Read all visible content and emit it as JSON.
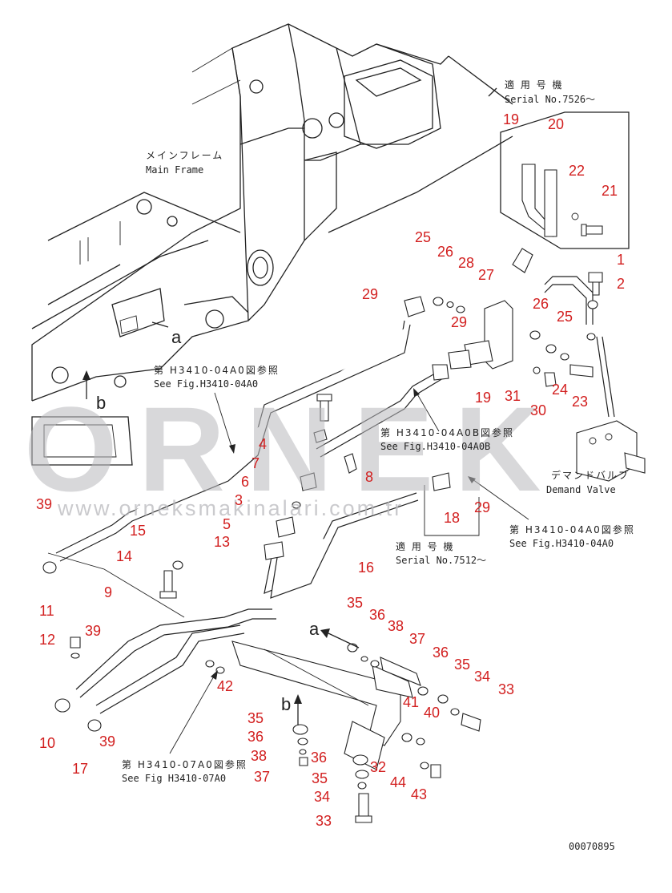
{
  "frame_label": {
    "ja": "メインフレーム",
    "en": "Main Frame"
  },
  "serial_top": {
    "ja": "適 用 号 機",
    "en": "Serial No.7526～"
  },
  "serial_mid": {
    "ja": "適 用 号 機",
    "en": "Serial No.7512～"
  },
  "demand_valve": {
    "ja": "デマンドバルブ",
    "en": "Demand Valve"
  },
  "refs": [
    {
      "ja": "第 H3410-04A0図参照",
      "en": "See Fig.H3410-04A0"
    },
    {
      "ja": "第 H3410-04A0B図参照",
      "en": "See Fig.H3410-04A0B"
    },
    {
      "ja": "第 H3410-04A0図参照",
      "en": "See Fig.H3410-04A0"
    },
    {
      "ja": "第 H3410-07A0図参照",
      "en": "See Fig H3410-07A0"
    }
  ],
  "view_letters": {
    "a1": "a",
    "b1": "b",
    "a2": "a",
    "b2": "b"
  },
  "watermark": {
    "brand": "ORNEK",
    "url": "www.orneksmakinalari.com.tr"
  },
  "drawing_number": "00070895",
  "callouts": [
    "1",
    "2",
    "3",
    "4",
    "5",
    "6",
    "7",
    "8",
    "9",
    "10",
    "11",
    "12",
    "13",
    "14",
    "15",
    "16",
    "17",
    "18",
    "19",
    "19",
    "20",
    "21",
    "22",
    "23",
    "24",
    "25",
    "25",
    "26",
    "26",
    "27",
    "28",
    "29",
    "29",
    "29",
    "30",
    "31",
    "32",
    "33",
    "33",
    "34",
    "34",
    "35",
    "35",
    "35",
    "35",
    "36",
    "36",
    "36",
    "36",
    "37",
    "37",
    "38",
    "38",
    "39",
    "39",
    "39",
    "40",
    "41",
    "42",
    "43",
    "44"
  ]
}
